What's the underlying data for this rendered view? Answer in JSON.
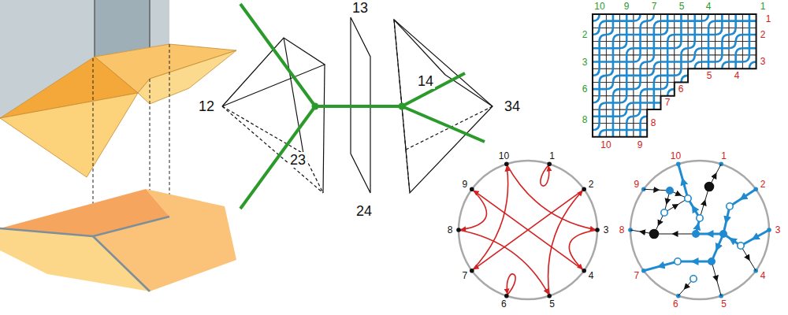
{
  "diagram": {
    "labels": [
      "12",
      "13",
      "23",
      "24",
      "14",
      "34",
      "10",
      "9",
      "7",
      "5",
      "4",
      "1",
      "2",
      "3",
      "6",
      "8",
      "1",
      "2",
      "3",
      "5",
      "4",
      "6",
      "7",
      "8",
      "10",
      "9",
      "1",
      "2",
      "3",
      "4",
      "5",
      "6",
      "7",
      "8",
      "9",
      "10",
      "1",
      "2",
      "3",
      "4",
      "5",
      "6",
      "7",
      "8",
      "9",
      "10"
    ]
  }
}
